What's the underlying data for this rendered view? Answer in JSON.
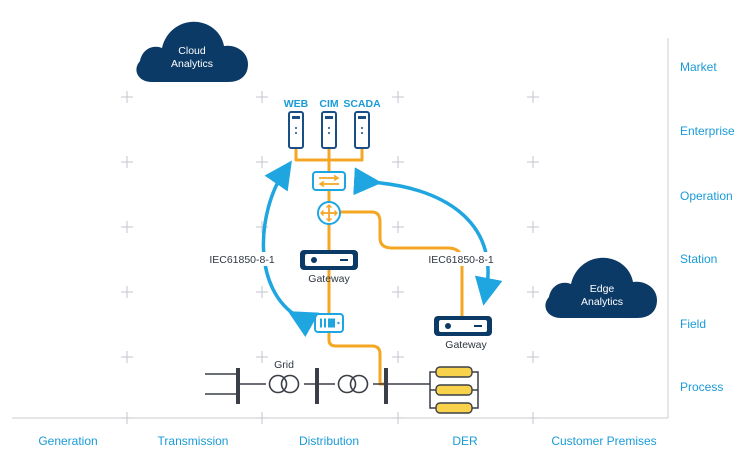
{
  "zones_right": [
    "Market",
    "Enterprise",
    "Operation",
    "Station",
    "Field",
    "Process"
  ],
  "domains_bottom": [
    "Generation",
    "Transmission",
    "Distribution",
    "DER",
    "Customer Premises"
  ],
  "clouds": {
    "cloud": {
      "line1": "Cloud",
      "line2": "Analytics"
    },
    "edge": {
      "line1": "Edge",
      "line2": "Analytics"
    }
  },
  "servers": [
    "WEB",
    "CIM",
    "SCADA"
  ],
  "gateways": {
    "station": "Gateway",
    "der": "Gateway"
  },
  "protocol_labels": {
    "left": "IEC61850-8-1",
    "right": "IEC61850-8-1"
  },
  "grid_label": "Grid",
  "colors": {
    "navy": "#0c3a66",
    "blue": "#1fa6e0",
    "orange": "#f5a623",
    "label_blue": "#1a9bd7",
    "yellow": "#f8d24a"
  },
  "icons": [
    "cloud-icon",
    "server-icon",
    "switch-icon",
    "router-icon",
    "gateway-icon",
    "field-device-icon",
    "transformer-icon",
    "battery-icon"
  ]
}
